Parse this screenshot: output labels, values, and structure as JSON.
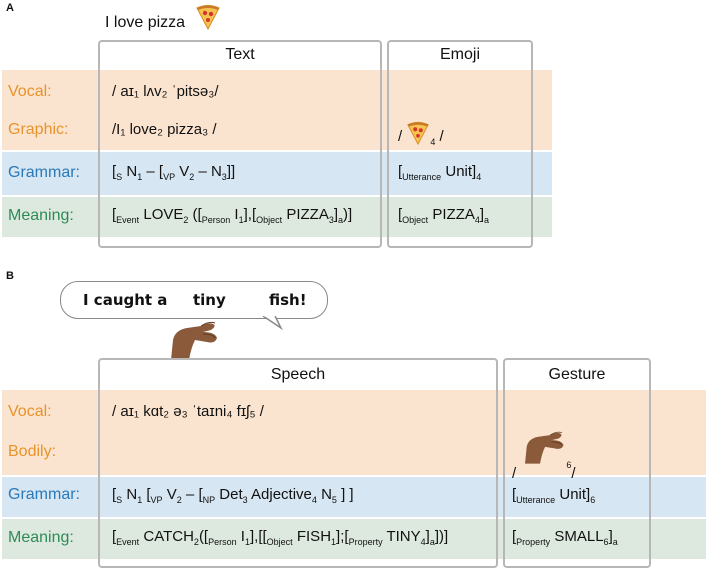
{
  "panel_a": {
    "letter": "A",
    "sentence": "I love pizza",
    "columns": {
      "text": "Text",
      "emoji": "Emoji"
    },
    "rows": {
      "vocal": "Vocal:",
      "graphic": "Graphic:",
      "grammar": "Grammar:",
      "meaning": "Meaning:"
    },
    "text_vocal": "/ aɪ₁ lʌv₂ ˈpitsə₃/",
    "text_graphic": "/I₁ love₂ pizza₃ /",
    "emoji_graphic_open": "/",
    "emoji_graphic_sub": "4",
    "emoji_graphic_close": "/",
    "grammar_text": {
      "open": "[",
      "s": "S",
      "n1": " N",
      "sub1": "1",
      "dash": " – [",
      "vp": "VP",
      "v2": " V",
      "sub2": "2",
      "rest": " – N",
      "sub3": "3",
      "close": "]]"
    },
    "grammar_emoji": {
      "open": "[",
      "sub": "Utterance",
      "unit": " Unit]",
      "idx": "4"
    },
    "meaning_text": {
      "open": "[",
      "event": "Event",
      "love": " LOVE",
      "sub2": "2",
      "mid1": " ([",
      "person": "Person",
      "i": " I",
      "sub1": "1",
      "mid2": "],[",
      "object": "Object",
      "pizza": " PIZZA",
      "sub3": "3",
      "end1": "]",
      "a": "a",
      "end2": ")]"
    },
    "meaning_emoji": {
      "open": "[",
      "object": "Object",
      "pizza": " PIZZA",
      "sub4": "4",
      "close": "]",
      "a": "a"
    }
  },
  "panel_b": {
    "letter": "B",
    "bubble": [
      "I caught a",
      "tiny",
      "fish!"
    ],
    "columns": {
      "speech": "Speech",
      "gesture": "Gesture"
    },
    "rows": {
      "vocal": "Vocal:",
      "bodily": "Bodily:",
      "grammar": "Grammar:",
      "meaning": "Meaning:"
    },
    "speech_vocal": "/ aɪ₁ kɑt₂ ə₃ ˈtaɪni₄ fɪʃ₅  /",
    "gesture_bodily_open": "/",
    "gesture_bodily_sub": "6",
    "gesture_bodily_close": "/",
    "grammar_speech": {
      "open": "[",
      "s": "S",
      "n1": " N",
      "sub1": "1",
      "mid": " [",
      "vp": "VP",
      "v2": " V",
      "sub2": "2",
      "dash": " – [",
      "np": "NP",
      "det": " Det",
      "sub3": "3",
      "adj": " Adjective",
      "sub4": "4",
      "n5": " N",
      "sub5": "5",
      "close": " ] ]"
    },
    "grammar_gesture": {
      "open": "[",
      "sub": "Utterance",
      "unit": " Unit]",
      "idx": "6"
    },
    "meaning_speech": {
      "open": "[",
      "event": "Event",
      "catch": " CATCH",
      "sub2": "2",
      "m1": "([",
      "person": "Person",
      "i": " I",
      "sub1": "1",
      "m2": "],[[",
      "object": "Object",
      "fish": " FISH",
      "subf": "1",
      "m3": "];[",
      "property": "Property",
      "tiny": " TINY",
      "sub4": "4",
      "m4": "]",
      "a": "a",
      "end": "])]"
    },
    "meaning_gesture": {
      "open": "[",
      "property": "Property",
      "small": " SMALL",
      "sub6": "6",
      "close": "]",
      "a": "a"
    }
  },
  "colors": {
    "vocal_band": "#fbe4cf",
    "grammar_band": "#d6e6f3",
    "meaning_band": "#dde9df",
    "orange_label": "#e8932c",
    "blue_label": "#2a79b8",
    "green_label": "#2e8b57"
  },
  "icons": [
    "pizza-icon",
    "pinch-hand-icon"
  ]
}
